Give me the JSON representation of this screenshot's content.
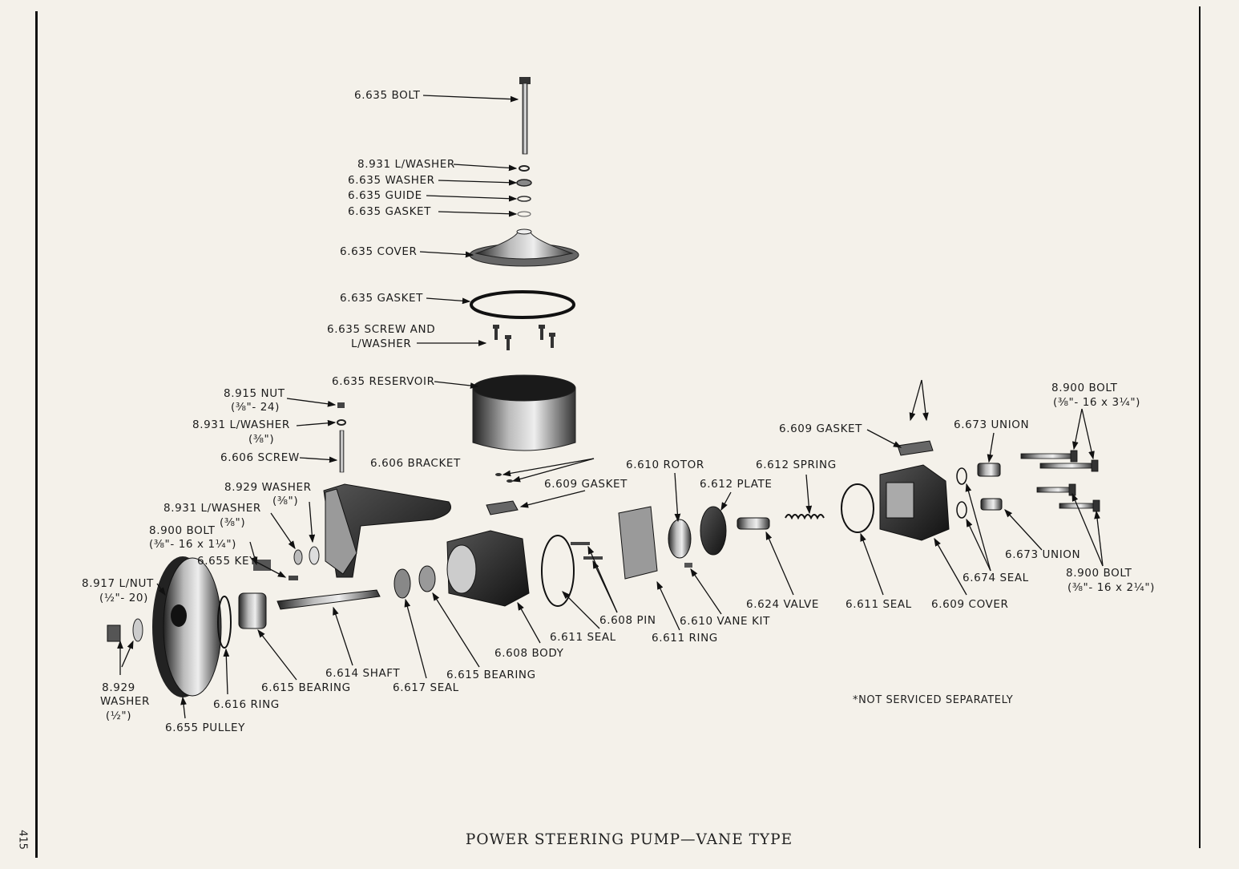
{
  "title": "POWER STEERING PUMP—VANE TYPE",
  "page_number": "415",
  "note": "*NOT SERVICED SEPARATELY",
  "labels": {
    "bolt_635": "6.635 BOLT",
    "lwasher_931_top": "8.931 L/WASHER",
    "washer_635": "6.635 WASHER",
    "guide_635": "6.635 GUIDE",
    "gasket_635_top": "6.635 GASKET",
    "cover_635": "6.635 COVER",
    "gasket_635": "6.635 GASKET",
    "screw_635_l1": "6.635 SCREW AND",
    "screw_635_l2": "L/WASHER",
    "reservoir_635": "6.635 RESERVOIR",
    "nut_915_l1": "8.915 NUT",
    "nut_915_l2": "(⅜\"- 24)",
    "lwasher_931_l1": "8.931 L/WASHER",
    "lwasher_931_l2": "(⅜\")",
    "screw_606": "6.606 SCREW",
    "bracket_606": "6.606 BRACKET",
    "washer_929_l1": "8.929 WASHER",
    "washer_929_l2": "(⅜\")",
    "lwasher_931b_l1": "8.931 L/WASHER",
    "lwasher_931b_l2": "(⅜\")",
    "bolt_900_l1": "8.900 BOLT",
    "bolt_900_l2": "(⅜\"- 16 x 1¼\")",
    "key_655": "6.655 KEY",
    "lnut_917_l1": "8.917 L/NUT",
    "lnut_917_l2": "(½\"- 20)",
    "washer_929b_l1": "8.929",
    "washer_929b_l2": "WASHER",
    "washer_929b_l3": "(½\")",
    "pulley_655": "6.655 PULLEY",
    "ring_616": "6.616 RING",
    "bearing_615a": "6.615 BEARING",
    "shaft_614": "6.614 SHAFT",
    "seal_617": "6.617 SEAL",
    "bearing_615b": "6.615 BEARING",
    "body_608": "6.608 BODY",
    "gasket_609a": "6.609 GASKET",
    "seal_611a": "6.611 SEAL",
    "pin_608": "6.608 PIN",
    "ring_611": "6.611 RING",
    "vane_kit_610": "6.610 VANE KIT",
    "rotor_610": "6.610 ROTOR",
    "plate_612": "6.612 PLATE",
    "spring_612": "6.612 SPRING",
    "valve_624": "6.624 VALVE",
    "seal_611b": "6.611 SEAL",
    "cover_609": "6.609 COVER",
    "gasket_609b": "6.609 GASKET",
    "union_673a": "6.673 UNION",
    "union_673b": "6.673 UNION",
    "seal_674": "6.674 SEAL",
    "bolt_900b_l1": "8.900 BOLT",
    "bolt_900b_l2": "(⅜\"- 16 x 3¼\")",
    "bolt_900c_l1": "8.900 BOLT",
    "bolt_900c_l2": "(⅜\"- 16 x 2¼\")"
  }
}
